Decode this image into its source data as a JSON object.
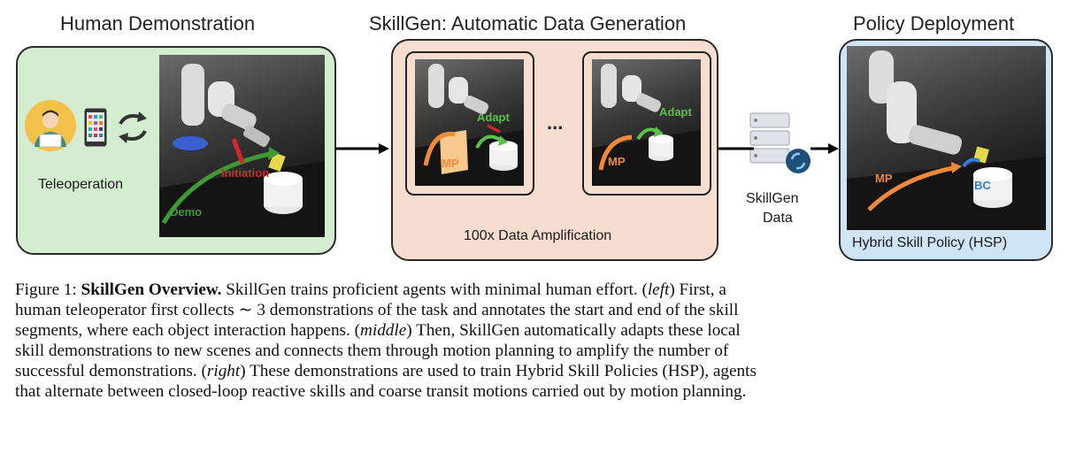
{
  "sections": {
    "left_title": "Human Demonstration",
    "middle_title": "SkillGen: Automatic Data Generation",
    "right_title": "Policy Deployment"
  },
  "left": {
    "teleop_label": "Teleoperation",
    "initiation_label": "Initiation",
    "demo_label": "Demo"
  },
  "middle": {
    "ellipsis": "...",
    "mp_label": "MP",
    "adapt_label": "Adapt",
    "amplification_label": "100x Data Amplification"
  },
  "data_node": {
    "line1": "SkillGen",
    "line2": "Data"
  },
  "right": {
    "mp_label": "MP",
    "bc_label": "BC",
    "hsp_label": "Hybrid Skill Policy (HSP)"
  },
  "caption": {
    "fig_label": "Figure 1:",
    "title": "SkillGen Overview.",
    "l1_rest": "SkillGen trains proficient agents with minimal human effort.",
    "left_tag": "left",
    "l1_end": "First, a",
    "l2": "human teleoperator first collects ∼ 3 demonstrations of the task and annotates the start and end of the skill",
    "l3": "segments, where each object interaction happens.",
    "middle_tag": "middle",
    "l3_end": "Then, SkillGen automatically adapts these local",
    "l4": "skill demonstrations to new scenes and connects them through motion planning to amplify the number of",
    "l5_start": "successful demonstrations.",
    "right_tag": "right",
    "l5_end": "These demonstrations are used to train Hybrid Skill Policies (HSP), agents",
    "l6": "that alternate between closed-loop reactive skills and coarse transit motions carried out by motion planning."
  },
  "colors": {
    "left_panel_bg": "#d4edd0",
    "middle_panel_bg": "#f6ddd0",
    "right_panel_bg": "#cfe4f5",
    "mp_orange": "#f08a3a",
    "adapt_green": "#5cc04a",
    "initiation_red": "#d9252a"
  }
}
